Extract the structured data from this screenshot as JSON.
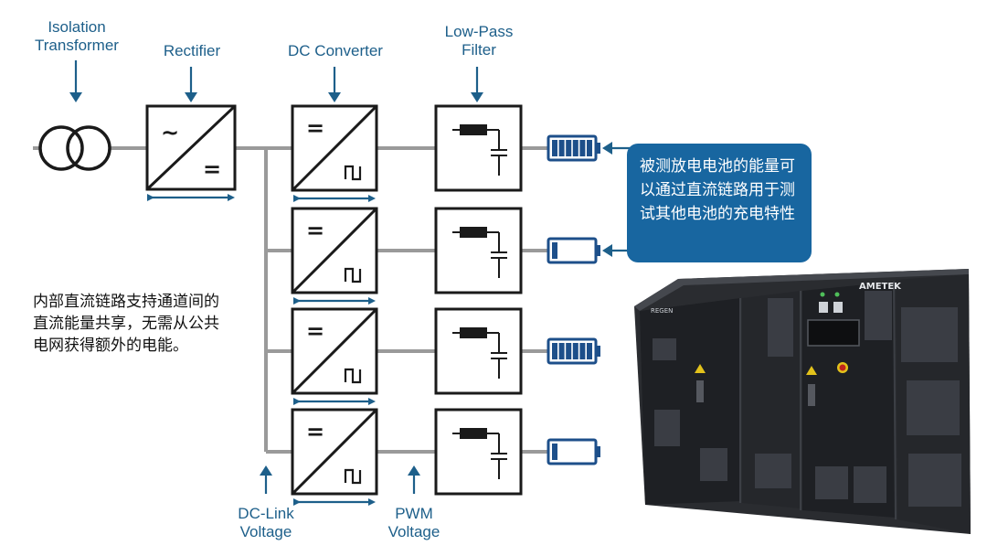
{
  "labels": {
    "isolation_transformer": [
      "Isolation",
      "Transformer"
    ],
    "rectifier": "Rectifier",
    "dc_converter": "DC Converter",
    "low_pass_filter": [
      "Low-Pass",
      "Filter"
    ],
    "dc_link_voltage": [
      "DC-Link",
      "Voltage"
    ],
    "pwm_voltage": [
      "PWM",
      "Voltage"
    ]
  },
  "symbols": {
    "ac": "~",
    "dc": "="
  },
  "note": "内部直流链路支持通道间的直流能量共享，无需从公共电网获得额外的电能。",
  "callout": "被测放电电池的能量可以通过直流链路用于测试其他电池的充电特性",
  "cabinet": {
    "brand": "AMETEK",
    "model": "REGEN"
  },
  "colors": {
    "accent": "#1d5f8a",
    "callout": "#1866a0",
    "line": "#9a9a9a",
    "battery": "#1d4f8a"
  },
  "batteries": [
    {
      "icon": "battery-full-icon",
      "charge": 1.0
    },
    {
      "icon": "battery-low-icon",
      "charge": 0.15
    },
    {
      "icon": "battery-full-icon",
      "charge": 1.0
    },
    {
      "icon": "battery-low-icon",
      "charge": 0.15
    }
  ]
}
